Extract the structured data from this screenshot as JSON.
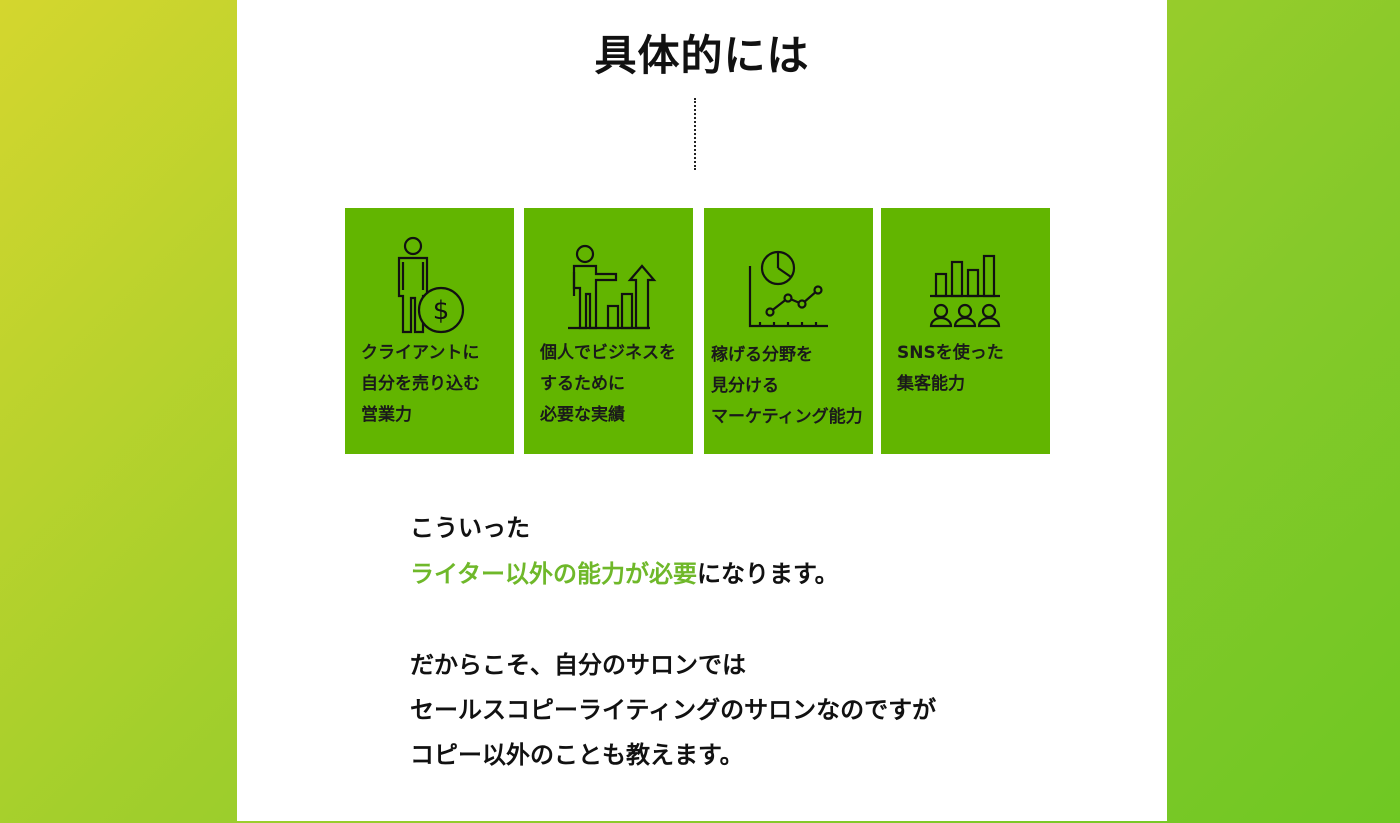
{
  "heading": "具体的には",
  "cards": [
    {
      "icon": "businessman-dollar-icon",
      "label": "クライアントに\n自分を売り込む\n営業力"
    },
    {
      "icon": "presenter-growth-chart-icon",
      "label": "個人でビジネスを\nするために\n必要な実績"
    },
    {
      "icon": "analytics-chart-icon",
      "label": "稼げる分野を\n見分ける\nマーケティング能力"
    },
    {
      "icon": "audience-bar-chart-icon",
      "label": "SNSを使った\n集客能力"
    }
  ],
  "paragraph1": {
    "line1": "こういった",
    "highlight": "ライター以外の能力が必要",
    "line2_rest": "になります。"
  },
  "paragraph2": {
    "line1": "だからこそ、自分のサロンでは",
    "line2": "セールスコピーライティングのサロンなのですが",
    "line3": "コピー以外のことも教えます。"
  },
  "colors": {
    "card_bg": "#62b500",
    "accent_text": "#6fb82a",
    "background_gradient": [
      "#d4d62e",
      "#6fc823"
    ]
  }
}
